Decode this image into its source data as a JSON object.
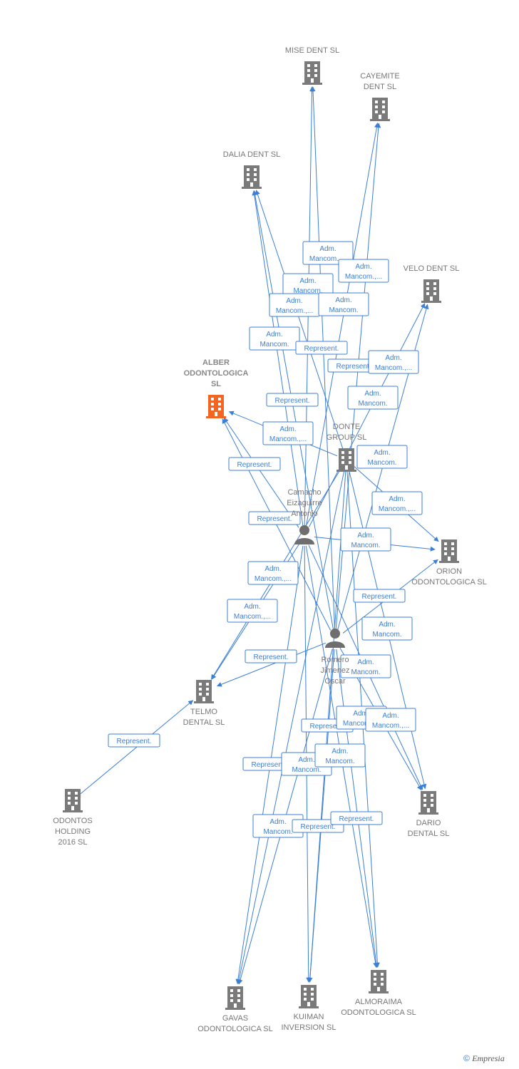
{
  "colors": {
    "edge": "#3b7fd6",
    "company": "#7a7a7a",
    "focus": "#f26522",
    "person": "#6e6e6e"
  },
  "nodes": [
    {
      "id": "mise",
      "type": "company",
      "icon": "building-icon",
      "label": [
        "MISE DENT SL"
      ]
    },
    {
      "id": "cayemite",
      "type": "company",
      "icon": "building-icon",
      "label": [
        "CAYEMITE",
        "DENT SL"
      ]
    },
    {
      "id": "dalia",
      "type": "company",
      "icon": "building-icon",
      "label": [
        "DALIA DENT SL"
      ]
    },
    {
      "id": "velo",
      "type": "company",
      "icon": "building-icon",
      "label": [
        "VELO DENT SL"
      ]
    },
    {
      "id": "alber",
      "type": "focus",
      "icon": "building-icon",
      "label": [
        "ALBER",
        "ODONTOLOGICA",
        "SL"
      ]
    },
    {
      "id": "donte",
      "type": "company",
      "icon": "building-icon",
      "label": [
        "DONTE",
        "GROUP  SL"
      ]
    },
    {
      "id": "camacho",
      "type": "person",
      "icon": "person-icon",
      "label": [
        "Camacho",
        "Eizaguirre",
        "Antonio"
      ]
    },
    {
      "id": "orion",
      "type": "company",
      "icon": "building-icon",
      "label": [
        "ORION",
        "ODONTOLOGICA SL"
      ]
    },
    {
      "id": "romero",
      "type": "person",
      "icon": "person-icon",
      "label": [
        "Romero",
        "Jimenez",
        "Oscar"
      ]
    },
    {
      "id": "telmo",
      "type": "company",
      "icon": "building-icon",
      "label": [
        "TELMO",
        "DENTAL SL"
      ]
    },
    {
      "id": "odontos",
      "type": "company",
      "icon": "building-icon",
      "label": [
        "ODONTOS",
        "HOLDING",
        "2016  SL"
      ]
    },
    {
      "id": "dario",
      "type": "company",
      "icon": "building-icon",
      "label": [
        "DARIO",
        "DENTAL SL"
      ]
    },
    {
      "id": "gavas",
      "type": "company",
      "icon": "building-icon",
      "label": [
        "GAVAS",
        "ODONTOLOGICA SL"
      ]
    },
    {
      "id": "kuiman",
      "type": "company",
      "icon": "building-icon",
      "label": [
        "KUIMAN",
        "INVERSION SL"
      ]
    },
    {
      "id": "almoraima",
      "type": "company",
      "icon": "building-icon",
      "label": [
        "ALMORAIMA",
        "ODONTOLOGICA SL"
      ]
    }
  ],
  "edges": [
    {
      "from": "camacho",
      "to": "mise"
    },
    {
      "from": "romero",
      "to": "mise"
    },
    {
      "from": "camacho",
      "to": "cayemite"
    },
    {
      "from": "romero",
      "to": "cayemite"
    },
    {
      "from": "camacho",
      "to": "dalia"
    },
    {
      "from": "romero",
      "to": "dalia"
    },
    {
      "from": "donte",
      "to": "dalia"
    },
    {
      "from": "camacho",
      "to": "velo"
    },
    {
      "from": "romero",
      "to": "velo"
    },
    {
      "from": "camacho",
      "to": "alber"
    },
    {
      "from": "romero",
      "to": "alber"
    },
    {
      "from": "donte",
      "to": "alber"
    },
    {
      "from": "donte",
      "to": "orion"
    },
    {
      "from": "camacho",
      "to": "orion"
    },
    {
      "from": "romero",
      "to": "orion"
    },
    {
      "from": "camacho",
      "to": "telmo"
    },
    {
      "from": "romero",
      "to": "telmo"
    },
    {
      "from": "donte",
      "to": "telmo"
    },
    {
      "from": "odontos",
      "to": "telmo"
    },
    {
      "from": "camacho",
      "to": "dario"
    },
    {
      "from": "romero",
      "to": "dario"
    },
    {
      "from": "donte",
      "to": "dario"
    },
    {
      "from": "camacho",
      "to": "gavas"
    },
    {
      "from": "romero",
      "to": "gavas"
    },
    {
      "from": "donte",
      "to": "gavas"
    },
    {
      "from": "camacho",
      "to": "kuiman"
    },
    {
      "from": "romero",
      "to": "kuiman"
    },
    {
      "from": "donte",
      "to": "kuiman"
    },
    {
      "from": "camacho",
      "to": "almoraima"
    },
    {
      "from": "romero",
      "to": "almoraima"
    },
    {
      "from": "donte",
      "to": "almoraima"
    }
  ],
  "relation_labels": [
    [
      "Adm.",
      "Mancom.,..."
    ],
    [
      "Adm.",
      "Mancom.,..."
    ],
    [
      "Adm.",
      "Mancom."
    ],
    [
      "Adm.",
      "Mancom.,..."
    ],
    [
      "Adm.",
      "Mancom."
    ],
    [
      "Adm.",
      "Mancom."
    ],
    [
      "Represent."
    ],
    [
      "Represent."
    ],
    [
      "Adm.",
      "Mancom.,..."
    ],
    [
      "Adm.",
      "Mancom."
    ],
    [
      "Represent."
    ],
    [
      "Adm.",
      "Mancom.,..."
    ],
    [
      "Adm.",
      "Mancom."
    ],
    [
      "Represent."
    ],
    [
      "Adm.",
      "Mancom.,..."
    ],
    [
      "Represent."
    ],
    [
      "Adm.",
      "Mancom."
    ],
    [
      "Adm.",
      "Mancom.,..."
    ],
    [
      "Represent."
    ],
    [
      "Adm.",
      "Mancom.,..."
    ],
    [
      "Adm.",
      "Mancom."
    ],
    [
      "Represent."
    ],
    [
      "Adm.",
      "Mancom."
    ],
    [
      "Represent."
    ],
    [
      "Adm.",
      "Mancom.,..."
    ],
    [
      "Adm.",
      "Mancom.,..."
    ],
    [
      "Represent."
    ],
    [
      "Adm.",
      "Mancom."
    ],
    [
      "Adm.",
      "Mancom."
    ],
    [
      "Adm.",
      "Mancom."
    ],
    [
      "Represent."
    ],
    [
      "Represent."
    ],
    [
      "Represent."
    ]
  ],
  "footer": {
    "copyright": "©",
    "brand": "Empresia"
  }
}
